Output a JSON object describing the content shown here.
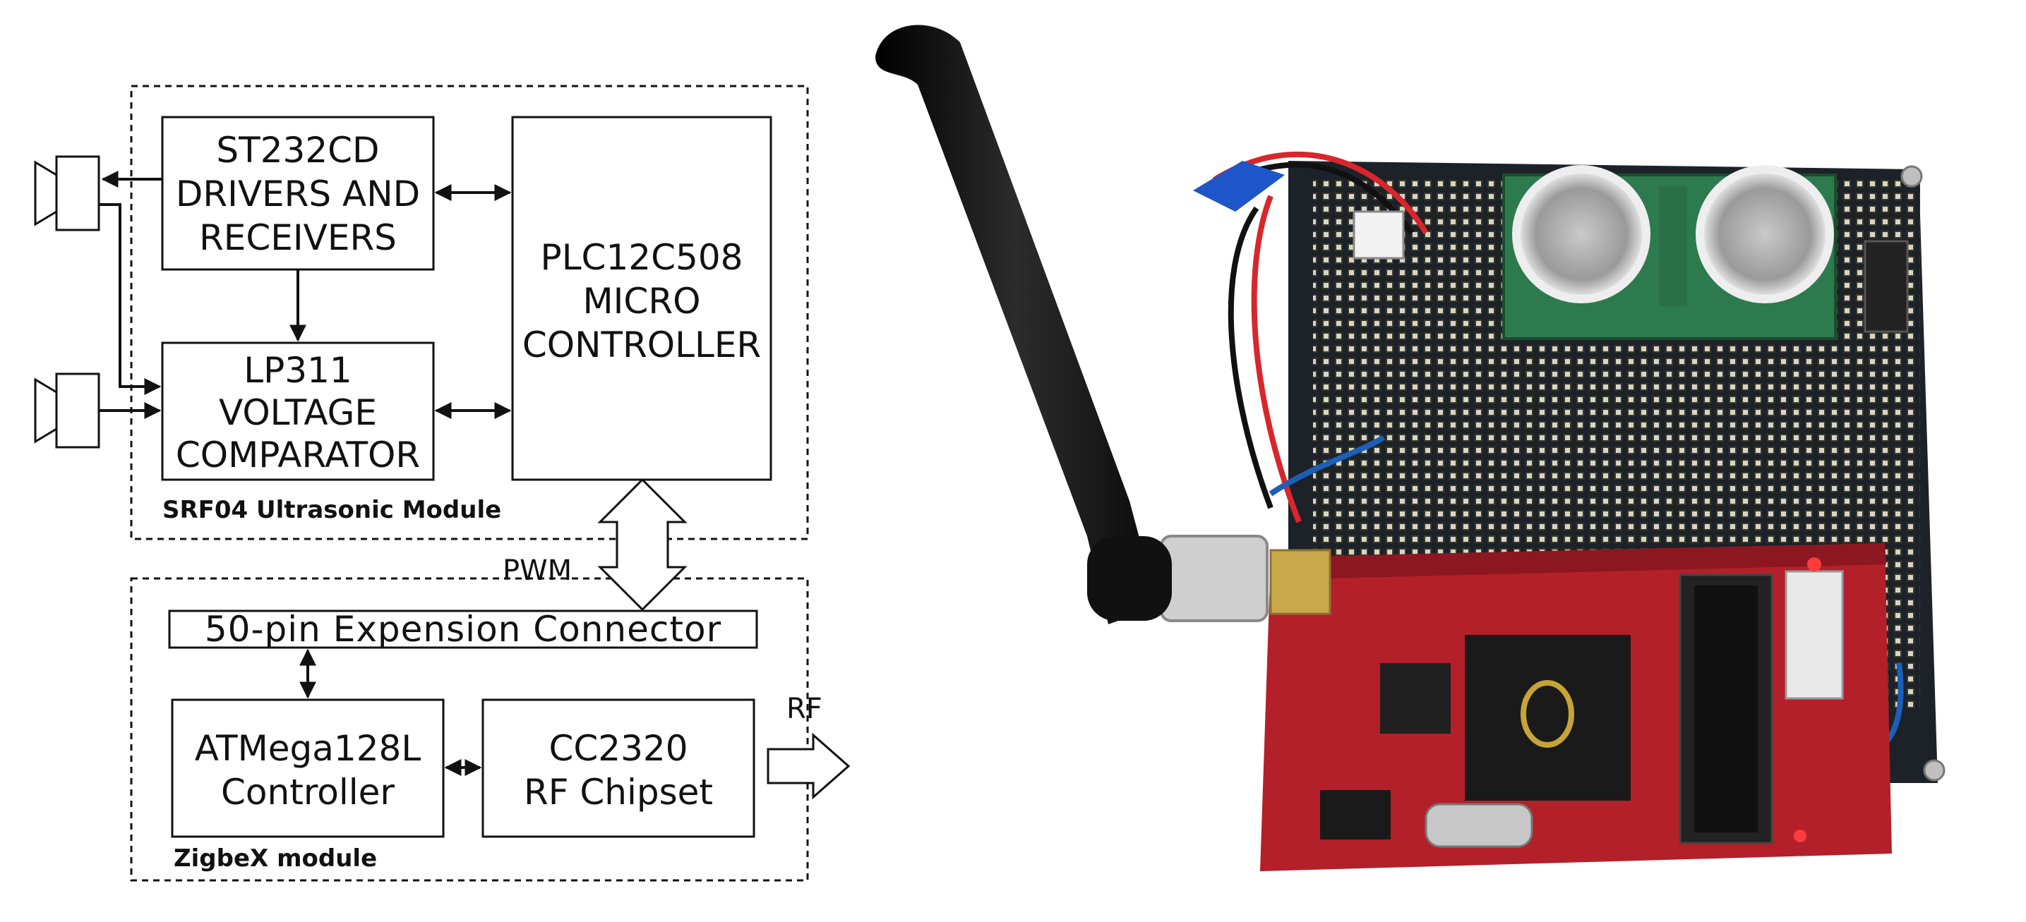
{
  "diagram": {
    "ultrasonic_module": {
      "label": "SRF04 Ultrasonic Module",
      "drivers": {
        "line1": "ST232CD",
        "line2": "DRIVERS AND",
        "line3": "RECEIVERS"
      },
      "comparator": {
        "line1": "LP311",
        "line2": "VOLTAGE",
        "line3": "COMPARATOR"
      },
      "microcontroller": {
        "line1": "PLC12C508",
        "line2": "MICRO",
        "line3": "CONTROLLER"
      }
    },
    "pwm_label": "PWM",
    "zigbee_module": {
      "label": "ZigbeX module",
      "connector": "50-pin Expension Connector",
      "controller": {
        "line1": "ATMega128L",
        "line2": "Controller"
      },
      "chipset": {
        "line1": "CC2320",
        "line2": "RF Chipset"
      },
      "rf_label": "RF"
    }
  },
  "colors": {
    "line": "#111111",
    "pcb_red": "#b3202a",
    "perfboard": "#1c2228",
    "antenna": "#1a1a1a",
    "sensor_board": "#2e7a4f"
  }
}
